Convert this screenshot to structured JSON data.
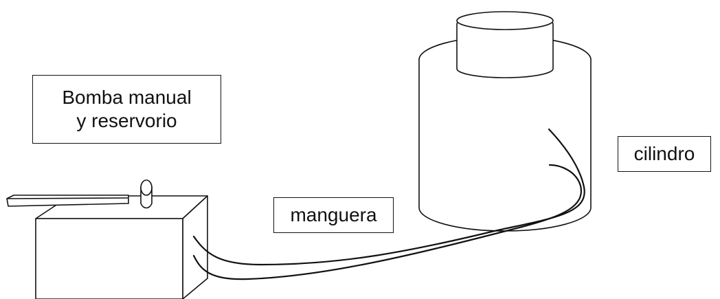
{
  "labels": {
    "pump_line1": "Bomba manual",
    "pump_line2": "y reservorio",
    "hose": "manguera",
    "cylinder": "cilindro"
  },
  "colors": {
    "ink": "#111111",
    "background": "#ffffff"
  }
}
